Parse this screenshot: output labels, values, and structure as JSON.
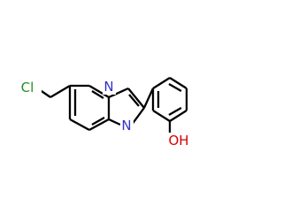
{
  "molecule": {
    "atoms": {
      "chlorine": "Cl",
      "bridgehead_nitrogen": "N",
      "imidazole_nitrogen": "N",
      "hydroxyl": "OH"
    },
    "colors": {
      "chlorine": "#1f8f1f",
      "nitrogen": "#3232c8",
      "oxygen": "#d40000",
      "bond": "#000000"
    }
  }
}
